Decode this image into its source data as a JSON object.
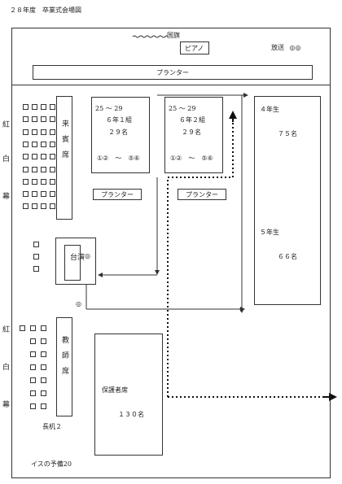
{
  "title": "２８年度　卒業式会場図",
  "stage": {
    "flag_label": "国旗",
    "piano_label": "ピアノ",
    "broadcast_label": "放送",
    "broadcast_mark": "◎◎"
  },
  "planter_top": "プランター",
  "planter_left": "プランター",
  "planter_right": "プランター",
  "class1": {
    "range": "25 ～ 29",
    "name": "６年１組",
    "count": "２９名",
    "seats": "①②　～　⑤⑥"
  },
  "class2": {
    "range": "25 ～ 29",
    "name": "６年２組",
    "count": "２９名",
    "seats": "①②　～　⑤⑥"
  },
  "grade4": {
    "label": "４年生",
    "count": "７５名"
  },
  "grade5": {
    "label": "５年生",
    "count": "６６名"
  },
  "guests": "来賓席",
  "podium": {
    "label": "演台",
    "mark": "◎",
    "mark2": "◎"
  },
  "teachers": "教師席",
  "curtain_top": [
    "紅",
    "白",
    "幕"
  ],
  "curtain_bottom": [
    "紅",
    "白",
    "幕"
  ],
  "parents": {
    "label": "保護者席",
    "count": "１３０名"
  },
  "long_desk": "長机２",
  "spare_chairs": "イスの予備20"
}
